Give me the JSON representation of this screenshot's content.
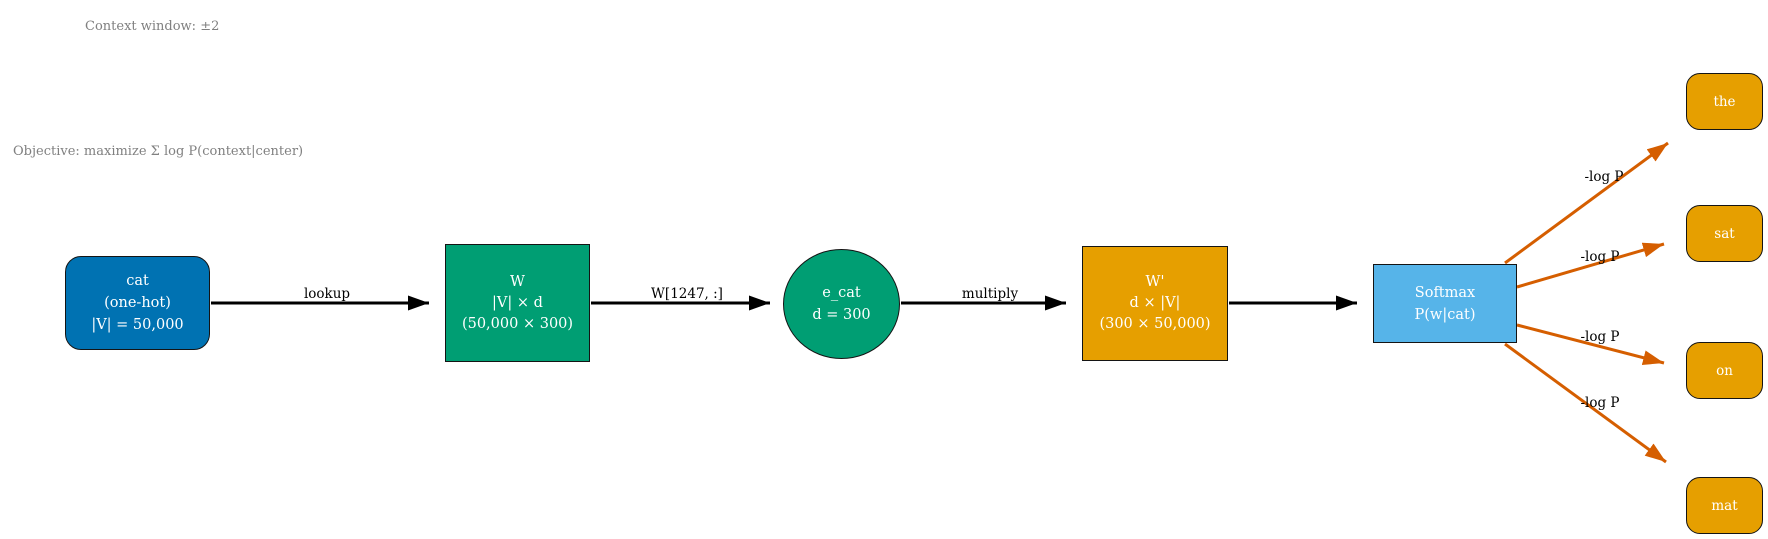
{
  "notes": {
    "context_window": "Context window: ±2",
    "objective": "Objective: maximize Σ log P(context|center)"
  },
  "nodes": {
    "center_word": {
      "lines": [
        "cat",
        "(one-hot)",
        "|V| = 50,000"
      ],
      "fill": "#0072B2"
    },
    "embedding_matrix": {
      "lines": [
        "W",
        "|V| × d",
        "(50,000 × 300)"
      ],
      "fill": "#009E73"
    },
    "embedding_vector": {
      "lines": [
        "e_cat",
        "d = 300"
      ],
      "fill": "#009E73"
    },
    "output_matrix": {
      "lines": [
        "W'",
        "d × |V|",
        "(300 × 50,000)"
      ],
      "fill": "#E69F00"
    },
    "softmax": {
      "lines": [
        "Softmax",
        "P(w|cat)"
      ],
      "fill": "#56B4E9"
    }
  },
  "edge_labels": {
    "lookup": "lookup",
    "row_select": "W[1247, :]",
    "multiply": "multiply",
    "neg_log_p": "-log P"
  },
  "context_words": [
    {
      "label": "the"
    },
    {
      "label": "sat"
    },
    {
      "label": "on"
    },
    {
      "label": "mat"
    }
  ],
  "colors": {
    "center_word_fill": "#0072B2",
    "embedding_fill": "#009E73",
    "output_matrix_fill": "#E69F00",
    "softmax_fill": "#56B4E9",
    "context_word_fill": "#E69F00",
    "black_arrow": "#000000",
    "loss_arrow": "#D55E00",
    "note_text": "#808080"
  }
}
